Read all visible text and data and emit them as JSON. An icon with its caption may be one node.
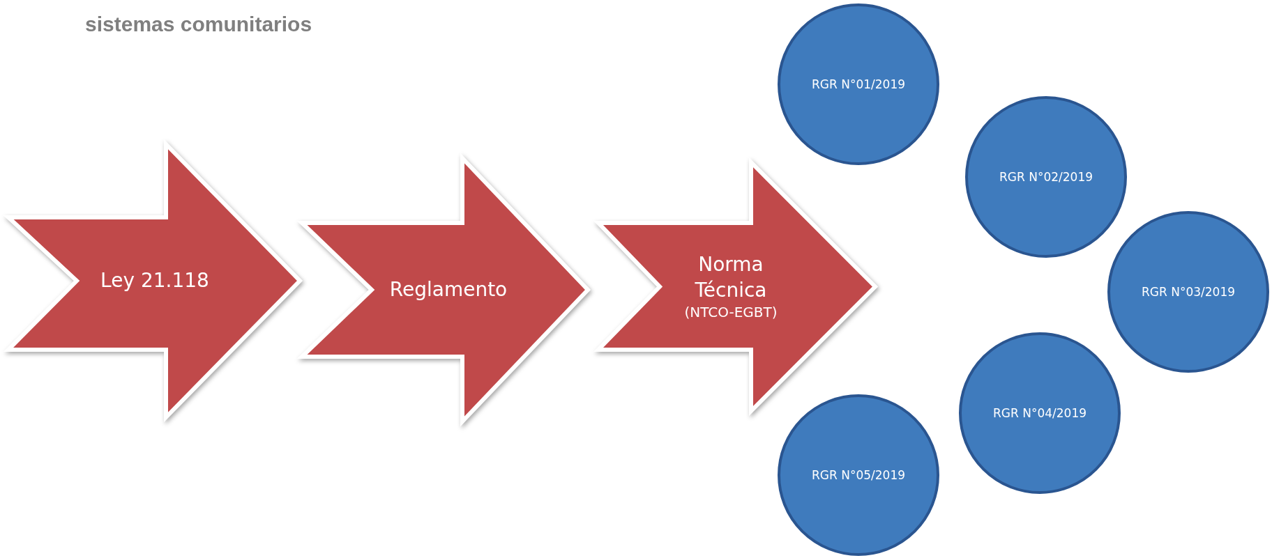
{
  "diagram": {
    "nodes": [
      {
        "text": [
          "Ley 21.118"
        ]
      },
      {
        "text": [
          "Reglamento"
        ]
      },
      {
        "text": [
          "Norma Técnica",
          "(NTCO-EGBT)"
        ]
      },
      {
        "text": [
          "RGR N°01/2019"
        ]
      },
      {
        "text": [
          "RGR N°02/2019"
        ]
      },
      {
        "text": [
          "RGR N°03/2019"
        ]
      },
      {
        "text": [
          "RGR N°04/2019"
        ]
      },
      {
        "text": [
          "RGR N°05/2019"
        ]
      }
    ],
    "labels": [
      "sistemas comunitarios"
    ]
  }
}
